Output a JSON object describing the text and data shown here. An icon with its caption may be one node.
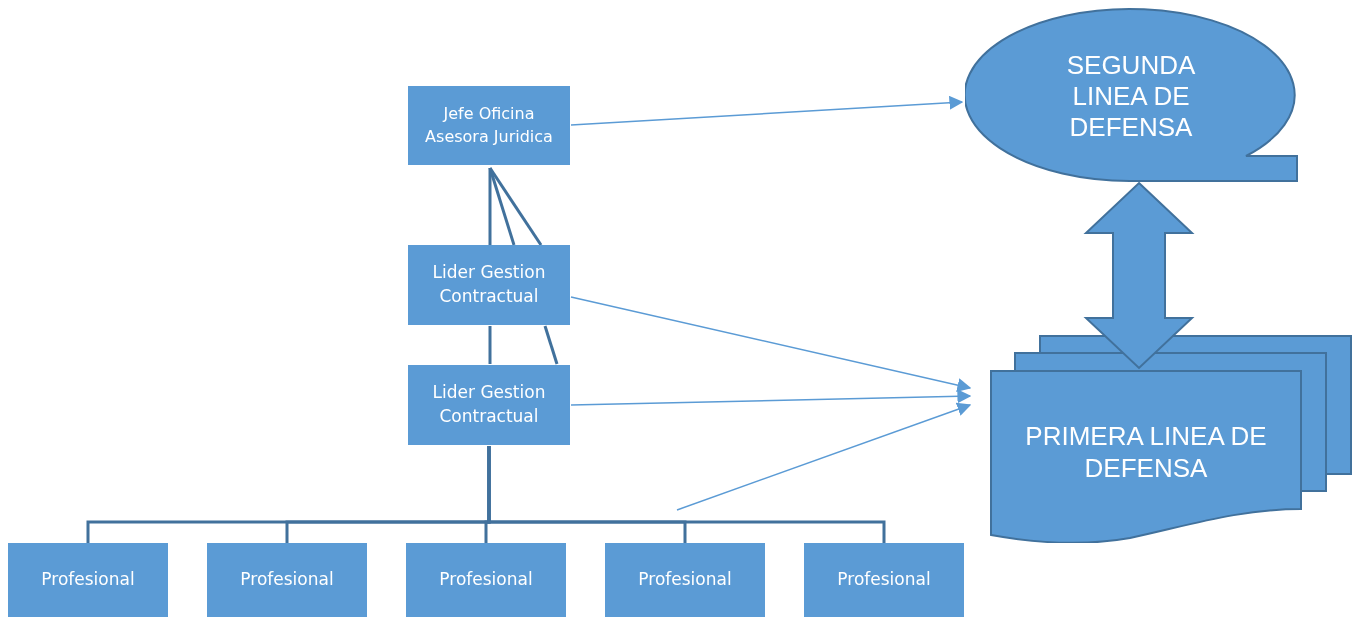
{
  "diagram": {
    "nodes": [
      {
        "text": [
          "Jefe Oficina Asesora Juridica"
        ]
      },
      {
        "text": [
          "Lider Gestion Contractual"
        ]
      },
      {
        "text": [
          "Lider Gestion Contractual"
        ]
      },
      {
        "text": [
          "Profesional"
        ]
      },
      {
        "text": [
          "Profesional"
        ]
      },
      {
        "text": [
          "Profesional"
        ]
      },
      {
        "text": [
          "Profesional"
        ]
      },
      {
        "text": [
          "Profesional"
        ]
      },
      {
        "text": [
          "SEGUNDA LINEA DE DEFENSA"
        ]
      },
      {
        "text": [
          "PRIMERA LINEA DE DEFENSA"
        ]
      }
    ],
    "edges": [
      {
        "from": 0,
        "to": 8,
        "arrow": "to"
      },
      {
        "from": 0,
        "to": 1,
        "arrow": "none",
        "color": "#41719c"
      },
      {
        "from": 0,
        "to": 1,
        "arrow": "none",
        "color": "#41719c"
      },
      {
        "from": 0,
        "to": 1,
        "arrow": "none",
        "color": "#41719c"
      },
      {
        "from": 1,
        "to": 2,
        "arrow": "none",
        "color": "#41719c"
      },
      {
        "from": 1,
        "to": 2,
        "arrow": "none",
        "color": "#41719c"
      },
      {
        "from": 2,
        "to": 3,
        "arrow": "none",
        "color": "#41719c"
      },
      {
        "from": 2,
        "to": 4,
        "arrow": "none",
        "color": "#41719c"
      },
      {
        "from": 2,
        "to": 5,
        "arrow": "none",
        "color": "#41719c"
      },
      {
        "from": 2,
        "to": 6,
        "arrow": "none",
        "color": "#41719c"
      },
      {
        "from": 2,
        "to": 7,
        "arrow": "none",
        "color": "#41719c"
      },
      {
        "from": 1,
        "to": 9,
        "arrow": "to"
      },
      {
        "from": 2,
        "to": 9,
        "arrow": "to"
      },
      {
        "from": null,
        "to": 9,
        "arrow": "to"
      },
      {
        "from": 8,
        "to": 9,
        "arrow": "both",
        "style": "thick"
      }
    ]
  }
}
